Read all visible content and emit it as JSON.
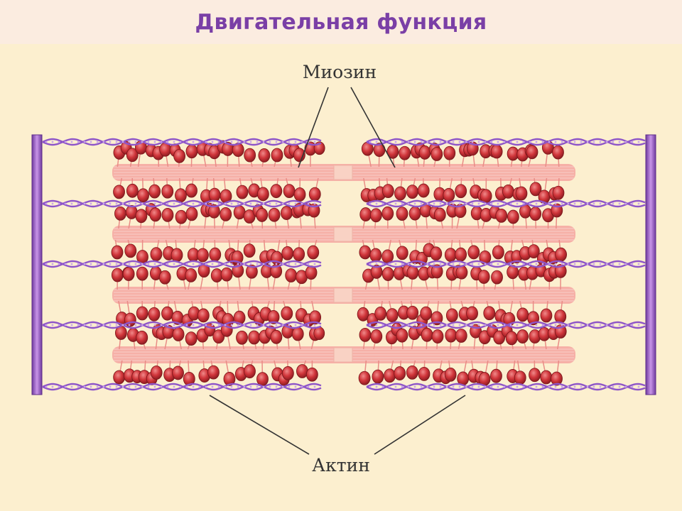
{
  "slide": {
    "title": "Двигательная функция"
  },
  "diagram": {
    "labels": {
      "myosin": "Миозин",
      "actin": "Актин"
    },
    "colors": {
      "actin": "#8e55c8",
      "z_disc": "#9b59c9",
      "myosin_tail": "#f4a5a0",
      "myosin_head": "#d0353a",
      "pointer_line": "#333333"
    }
  }
}
